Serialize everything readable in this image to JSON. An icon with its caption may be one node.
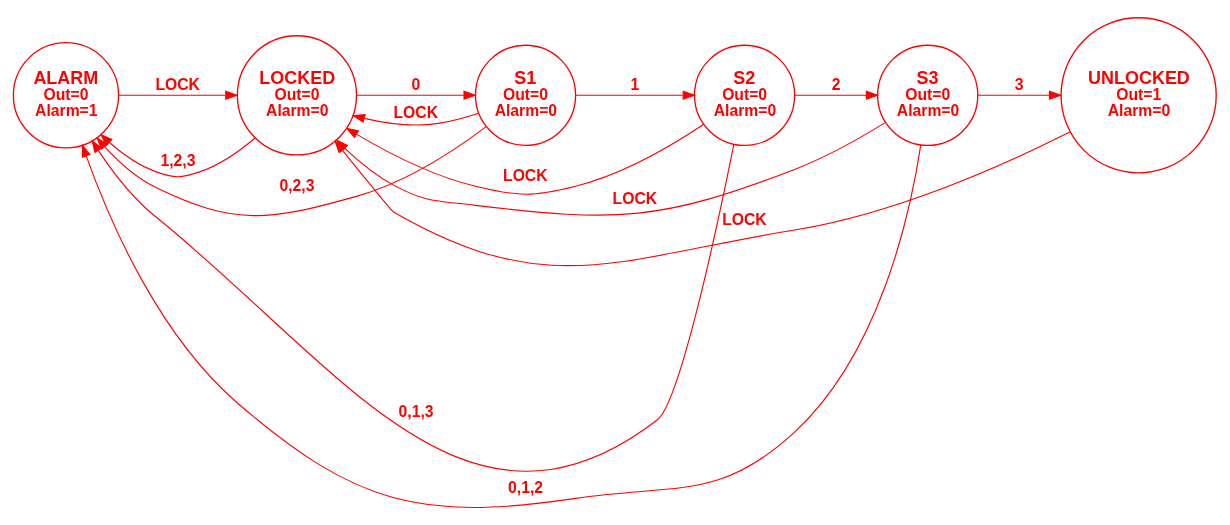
{
  "diagram": {
    "nodes": [
      {
        "text": [
          "ALARM",
          "Out=0",
          "Alarm=1"
        ]
      },
      {
        "text": [
          "LOCKED",
          "Out=0",
          "Alarm=0"
        ]
      },
      {
        "text": [
          "S1",
          "Out=0",
          "Alarm=0"
        ]
      },
      {
        "text": [
          "S2",
          "Out=0",
          "Alarm=0"
        ]
      },
      {
        "text": [
          "S3",
          "Out=0",
          "Alarm=0"
        ]
      },
      {
        "text": [
          "UNLOCKED",
          "Out=1",
          "Alarm=0"
        ]
      }
    ],
    "edges": [
      {
        "from": 1,
        "to": 0,
        "arrow": "to",
        "label": "1,2,3"
      },
      {
        "from": 0,
        "to": 1,
        "arrow": "to",
        "label": "LOCK"
      },
      {
        "from": 2,
        "to": 0,
        "arrow": "to",
        "label": "0,2,3"
      },
      {
        "from": 3,
        "to": 0,
        "arrow": "to",
        "label": "0,1,3"
      },
      {
        "from": 4,
        "to": 0,
        "arrow": "to",
        "label": "0,1,2"
      },
      {
        "from": 1,
        "to": 2,
        "arrow": "to",
        "label": "0"
      },
      {
        "from": 2,
        "to": 3,
        "arrow": "to",
        "label": "1"
      },
      {
        "from": 3,
        "to": 4,
        "arrow": "to",
        "label": "2"
      },
      {
        "from": 4,
        "to": 5,
        "arrow": "to",
        "label": "3"
      },
      {
        "from": 2,
        "to": 1,
        "arrow": "to",
        "label": "LOCK"
      },
      {
        "from": 3,
        "to": 1,
        "arrow": "to",
        "label": "LOCK"
      },
      {
        "from": 4,
        "to": 1,
        "arrow": "to",
        "label": "LOCK"
      },
      {
        "from": 5,
        "to": 1,
        "arrow": "to",
        "label": "LOCK"
      }
    ]
  }
}
